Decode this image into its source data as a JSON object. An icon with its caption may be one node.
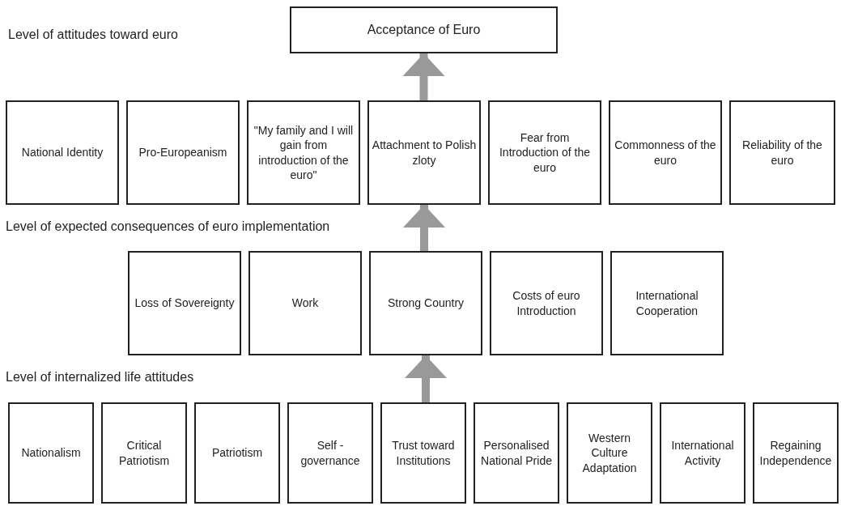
{
  "diagram": {
    "nodes": [
      {
        "text": [
          "Acceptance of Euro"
        ]
      },
      {
        "text": [
          "National Identity"
        ]
      },
      {
        "text": [
          "Pro-Europeanism"
        ]
      },
      {
        "text": [
          "\"My family and I will gain from introduction of the euro\""
        ]
      },
      {
        "text": [
          "Attachment to Polish zloty"
        ]
      },
      {
        "text": [
          "Fear from Introduction of the euro"
        ]
      },
      {
        "text": [
          "Commonness of the euro"
        ]
      },
      {
        "text": [
          "Reliability of the euro"
        ]
      },
      {
        "text": [
          "Loss of Sovereignty"
        ]
      },
      {
        "text": [
          "Work"
        ]
      },
      {
        "text": [
          "Strong Country"
        ]
      },
      {
        "text": [
          "Costs of euro Introduction"
        ]
      },
      {
        "text": [
          "International Cooperation"
        ]
      },
      {
        "text": [
          "Nationalism"
        ]
      },
      {
        "text": [
          "Critical Patriotism"
        ]
      },
      {
        "text": [
          "Patriotism"
        ]
      },
      {
        "text": [
          "Self -governance"
        ]
      },
      {
        "text": [
          "Trust toward Institutions"
        ]
      },
      {
        "text": [
          "Personalised National Pride"
        ]
      },
      {
        "text": [
          "Western Culture Adaptation"
        ]
      },
      {
        "text": [
          "International Activity"
        ]
      },
      {
        "text": [
          "Regaining Independence"
        ]
      }
    ],
    "edges": [
      {
        "from": 17,
        "to": 10,
        "arrow": "to"
      },
      {
        "from": 10,
        "to": 4,
        "arrow": "to"
      },
      {
        "from": 4,
        "to": 0,
        "arrow": "to"
      }
    ],
    "labels": [
      "Level of attitudes toward euro",
      "Level of expected consequences of euro implementation",
      "Level of internalized life attitudes"
    ]
  }
}
